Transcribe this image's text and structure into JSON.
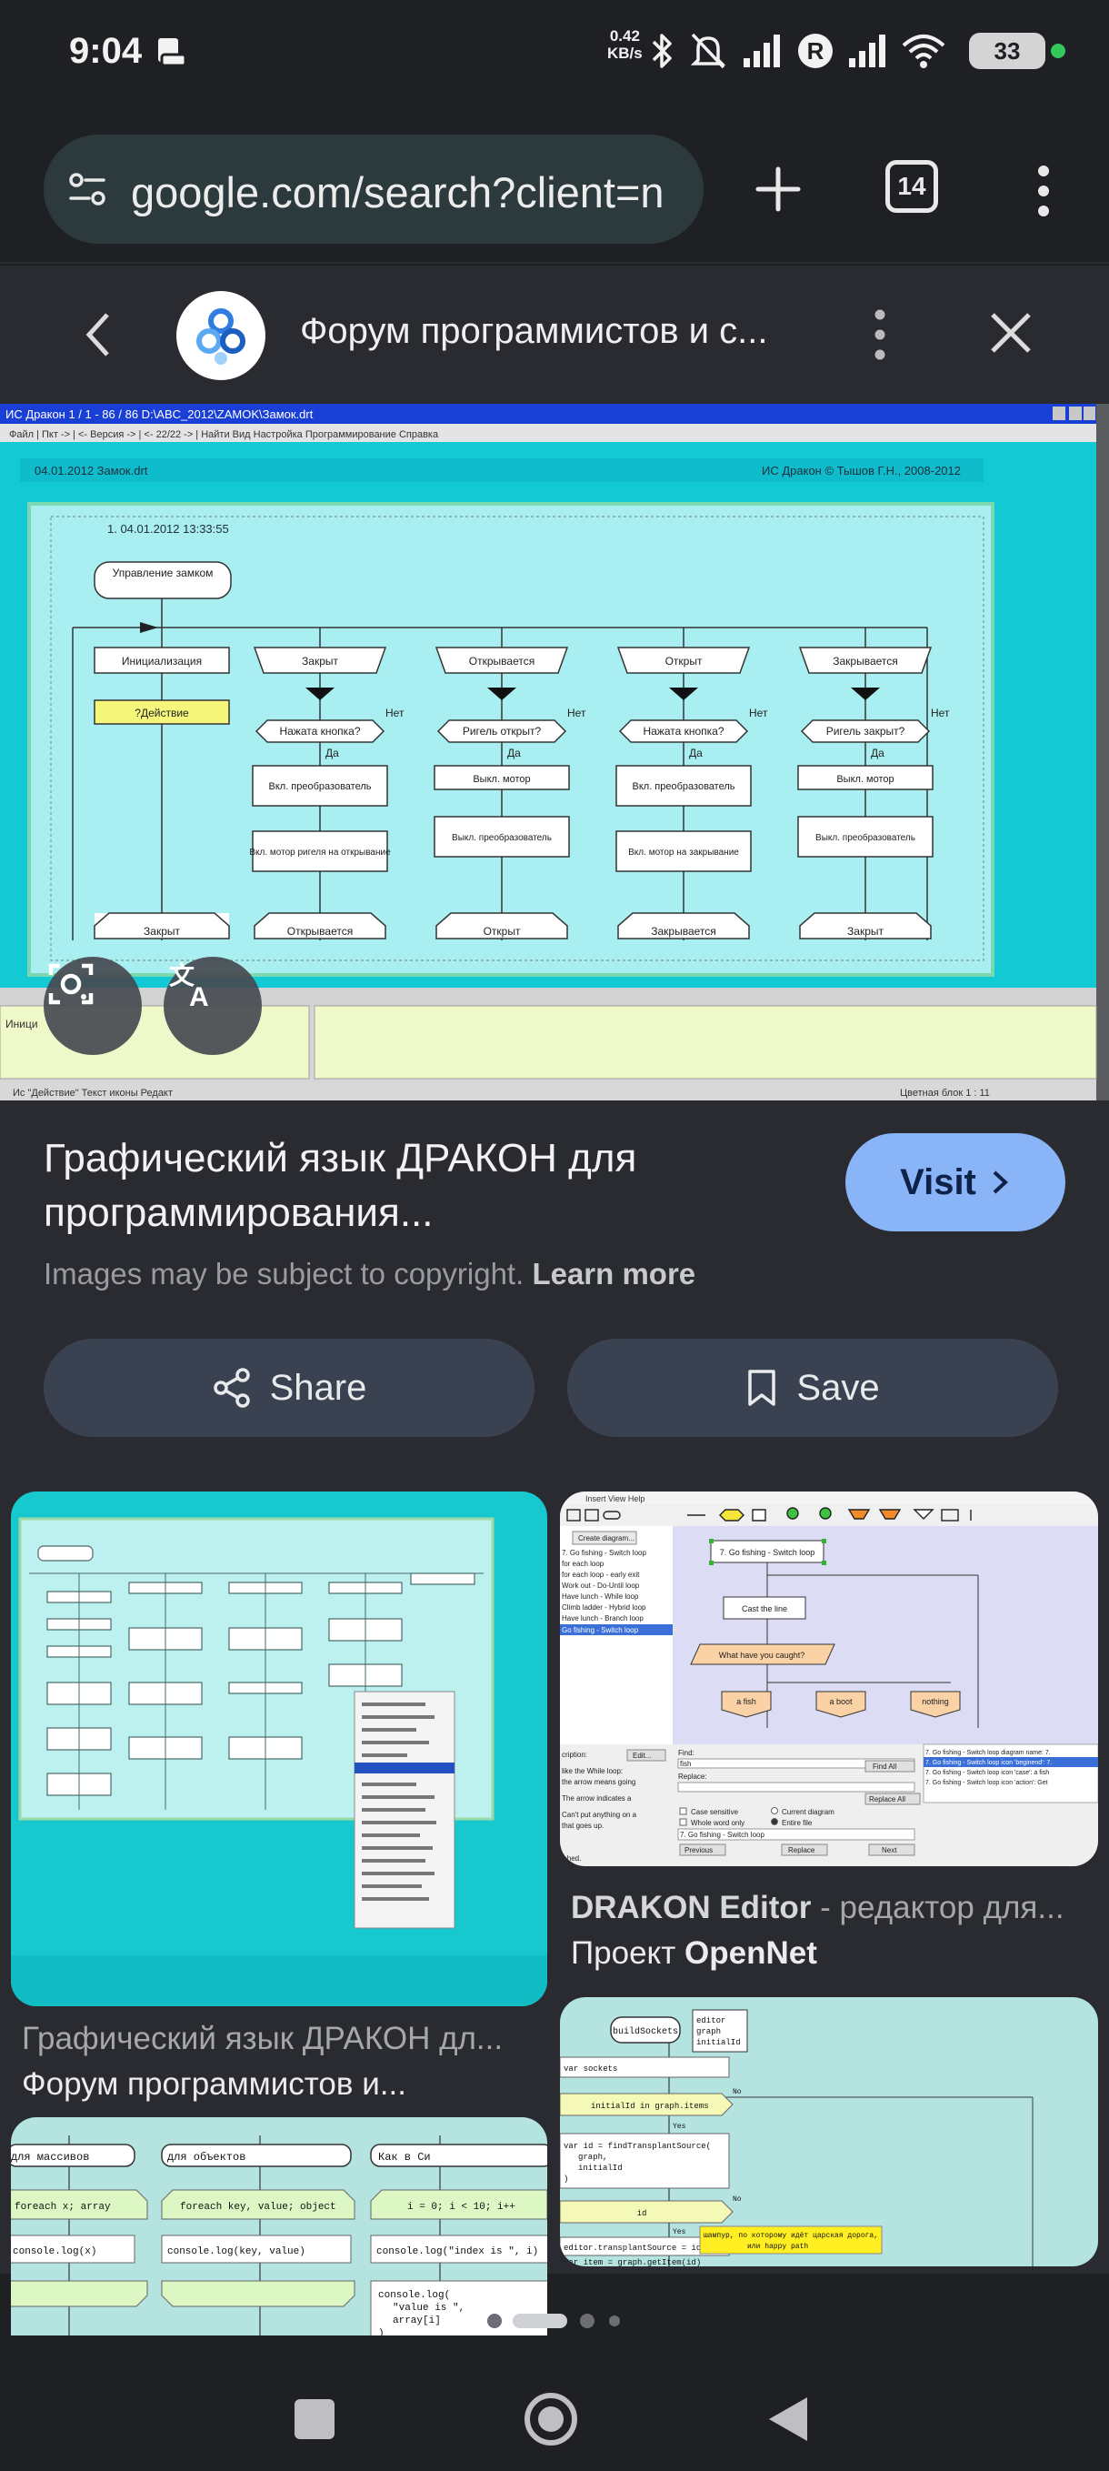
{
  "status_bar": {
    "time": "9:04",
    "net_speed_value": "0.42",
    "net_speed_unit": "KB/s",
    "battery": "33",
    "icons": [
      "notification-icon",
      "bluetooth-icon",
      "mute-icon",
      "signal-icon",
      "roaming-icon",
      "signal-icon",
      "wifi-icon",
      "battery-icon"
    ]
  },
  "browser": {
    "url": "google.com/search?client=n",
    "tab_count": "14"
  },
  "lens_header": {
    "site_title": "Форум программистов и с..."
  },
  "result": {
    "title": "Графический язык ДРАКОН для программирования...",
    "visit_label": "Visit",
    "copyright_text": "Images may be subject to copyright.",
    "learn_more": "Learn more",
    "share_label": "Share",
    "save_label": "Save"
  },
  "related": [
    {
      "title": "Графический язык ДРАКОН дл...",
      "source": "Форум программистов и..."
    },
    {
      "title_bold": "DRAKON Editor",
      "title_rest": " - редактор для...",
      "source_prefix": "Проект ",
      "source_bold": "OpenNet"
    }
  ],
  "screenshot_text": {
    "window_title": "ИС Дракон 1 / 1 - 86 / 86  D:\\ABC_2012\\ZAMOK\\Замок.drt",
    "menu": "Файл  |  Пкт  ->  |  <-  Версия  ->  |  <-  22/22  ->  |  Найти  Вид  Настройка  Программирование  Справка",
    "file": "04.01.2012  Замок.drt",
    "copyright": "ИС Дракон © Тышов Г.Н., 2008-2012",
    "diagram_header": "1. 04.01.2012 13:33:55",
    "title_block": "Управление замком",
    "init_block": "Инициализация",
    "action_block": "?Действие",
    "col_headers": [
      "Закрыт",
      "Открывается",
      "Открыт",
      "Закрывается"
    ],
    "questions": [
      "Нажата кнопка?",
      "Ригель открыт?",
      "Нажата кнопка?",
      "Ригель закрыт?"
    ],
    "yes": "Да",
    "no": "Нет",
    "actions_a": [
      "Вкл. преобразователь",
      "Выкл. мотор",
      "Вкл. преобразователь",
      "Выкл. мотор"
    ],
    "actions_b": [
      "Вкл. мотор ригеля на открывание",
      "Выкл. преобразователь",
      "Вкл. мотор на закрывание",
      "Выкл. преобразователь"
    ],
    "bottom_blocks": [
      "Закрыт",
      "Открывается",
      "Открыт",
      "Закрывается",
      "Закрыт"
    ],
    "status_left": "Ис \"Действие\"   Текст иконы   Редакт",
    "status_right": "Цветная блок   1 : 11",
    "left_pane": "Иници"
  },
  "thumb3_text": {
    "col_a": "для массивов",
    "col_b": "для объектов",
    "col_c": "Как в Си",
    "loop_a": "foreach x; array",
    "loop_b": "foreach key, value; object",
    "loop_c": "i = 0; i < 10; i++",
    "log_a": "console.log(x)",
    "log_b": "console.log(key, value)",
    "log_c": "console.log(\"index is \", i)",
    "log_d1": "console.log(",
    "log_d2": "\"value is \",",
    "log_d3": "array[i]",
    "log_d4": ")"
  },
  "thumb2_text": {
    "menu": "Insert  View  Help",
    "create_btn": "Create diagram...",
    "list": [
      "7. Go fishing - Switch loop",
      "for each loop",
      "for each loop - early exit",
      "Work out - Do-Until loop",
      "Have lunch - While loop",
      "Climb ladder - Hybrid loop",
      "Have lunch - Branch loop",
      "Go fishing - Switch loop"
    ],
    "diagram_title": "7. Go fishing - Switch loop",
    "cast": "Cast the line",
    "question": "What have you caught?",
    "options": [
      "a fish",
      "a boot",
      "nothing"
    ],
    "find_label": "Find:",
    "find_value": "fish",
    "replace_label": "Replace:",
    "find_all": "Find All",
    "replace_all": "Replace All",
    "case": "Case sensitive",
    "whole": "Whole word only",
    "current": "Current diagram",
    "entire": "Entire file",
    "result_line": "7. Go fishing - Switch loop",
    "previous": "Previous",
    "replace": "Replace",
    "next": "Next",
    "desc_label": "cription:",
    "edit_btn": "Edit...",
    "desc1": "like the While loop:",
    "desc2": "the arrow means going",
    "desc3": "The arrow indicates a",
    "desc4": "Can't put anything on a",
    "desc5": "that goes up.",
    "results": [
      "7. Go fishing - Switch loop diagram name: 7.",
      "7. Go fishing - Switch loop icon 'beginend': 7.",
      "7. Go fishing - Switch loop icon 'case': a fish",
      "7. Go fishing - Switch loop icon 'action': Get"
    ],
    "footer": "ished."
  },
  "thumb4_text": {
    "start": "buildSockets",
    "params": [
      "editor",
      "graph",
      "initialId"
    ],
    "var": "var sockets",
    "loop": "initialId in graph.items",
    "yes": "Yes",
    "no": "No",
    "code1": "var id = findTransplantSource(",
    "code2": "graph,",
    "code3": "initialId",
    "code4": ")",
    "id": "id",
    "editor": "editor.transplantSource = id",
    "note1": "шампур, по которому идёт царская дорога,",
    "note2": "или happy path",
    "item": "var item = graph.getItem(id)"
  }
}
